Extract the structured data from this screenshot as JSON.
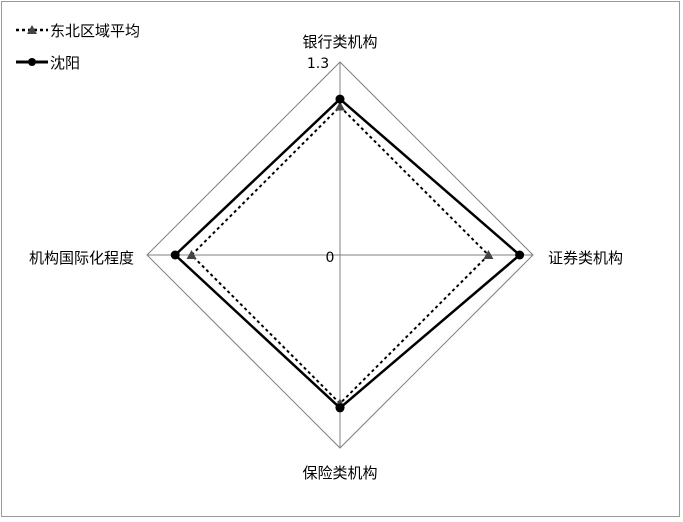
{
  "chart_data": {
    "type": "radar",
    "axes": [
      "银行类机构",
      "证券类机构",
      "保险类机构",
      "机构国际化程度"
    ],
    "range": [
      0,
      1.3
    ],
    "tick_labels": [
      "0",
      "1.3"
    ],
    "series": [
      {
        "name": "东北区域平均",
        "values": [
          1.0,
          1.0,
          1.0,
          1.0
        ],
        "line": "dotted",
        "marker": "triangle",
        "color": "#000000"
      },
      {
        "name": "沈阳",
        "values": [
          1.05,
          1.21,
          1.03,
          1.11
        ],
        "line": "solid",
        "marker": "circle",
        "color": "#000000"
      }
    ],
    "legend": "top-left",
    "grid_color": "#808080"
  }
}
